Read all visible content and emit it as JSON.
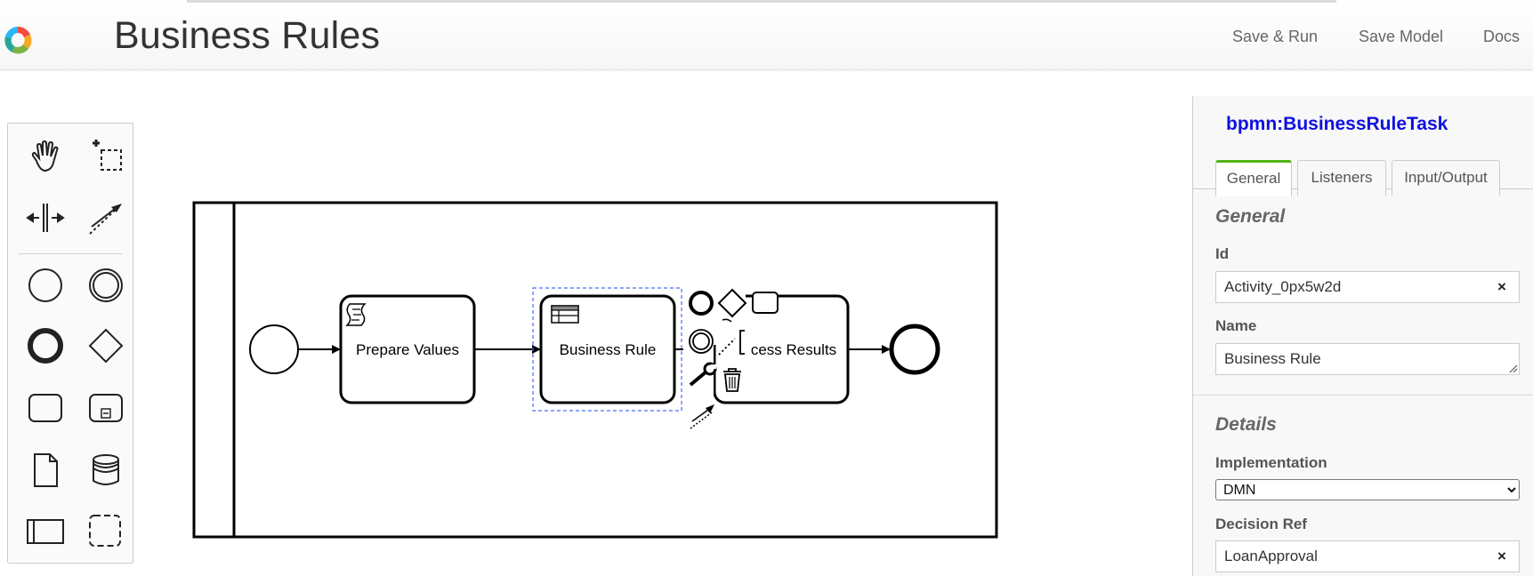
{
  "header": {
    "title": "Business Rules",
    "nav": [
      {
        "label": "Save & Run"
      },
      {
        "label": "Save Model"
      },
      {
        "label": "Docs"
      }
    ]
  },
  "palette": {
    "tools": [
      "hand-tool-icon",
      "lasso-tool-icon",
      "space-tool-icon",
      "global-connect-icon",
      "start-event-icon",
      "intermediate-event-icon",
      "end-event-icon",
      "gateway-icon",
      "task-icon",
      "subprocess-icon",
      "data-object-icon",
      "data-store-icon",
      "participant-pool-icon",
      "group-icon"
    ]
  },
  "diagram": {
    "tasks": [
      {
        "label": "Prepare Values",
        "type": "script-task"
      },
      {
        "label": "Business Rule",
        "type": "business-rule-task",
        "selected": true
      },
      {
        "label": "cess Results",
        "type": "task"
      }
    ]
  },
  "properties": {
    "element_type": "bpmn:BusinessRuleTask",
    "tabs": [
      {
        "label": "General",
        "active": true
      },
      {
        "label": "Listeners"
      },
      {
        "label": "Input/Output"
      }
    ],
    "general": {
      "title": "General",
      "id_label": "Id",
      "id_value": "Activity_0px5w2d",
      "name_label": "Name",
      "name_value": "Business Rule"
    },
    "details": {
      "title": "Details",
      "implementation_label": "Implementation",
      "implementation_value": "DMN",
      "decision_ref_label": "Decision Ref",
      "decision_ref_value": "LoanApproval"
    },
    "clear_symbol": "×"
  },
  "colors": {
    "type_title": "#1010e0",
    "active_tab": "#52b415",
    "selection": "#4a6cf7"
  }
}
